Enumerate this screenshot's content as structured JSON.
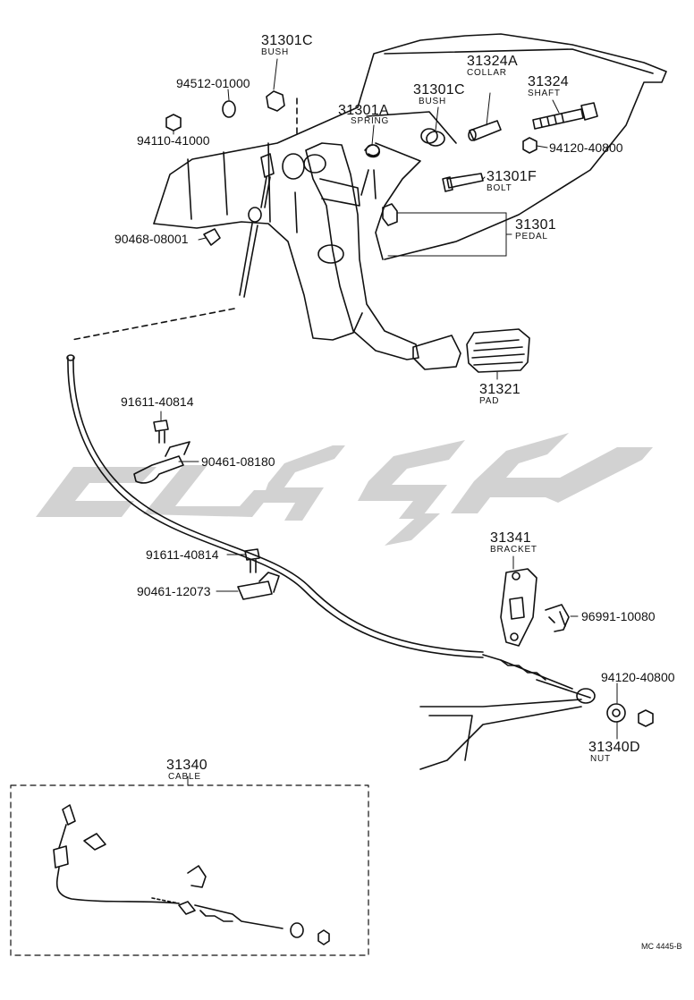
{
  "parts": {
    "p31301c_top": {
      "num": "31301C",
      "name": "BUSH"
    },
    "p94512": {
      "num": "94512-01000"
    },
    "p94110": {
      "num": "94110-41000"
    },
    "p31301a": {
      "num": "31301A",
      "name": "SPRING"
    },
    "p31301c_mid": {
      "num": "31301C",
      "name": "BUSH"
    },
    "p31324a": {
      "num": "31324A",
      "name": "COLLAR"
    },
    "p31324": {
      "num": "31324",
      "name": "SHAFT"
    },
    "p94120_top": {
      "num": "94120-40800"
    },
    "p31301f": {
      "num": "31301F",
      "name": "BOLT"
    },
    "p31301": {
      "num": "31301",
      "name": "PEDAL"
    },
    "p90468": {
      "num": "90468-08001"
    },
    "p31321": {
      "num": "31321",
      "name": "PAD"
    },
    "p91611_a": {
      "num": "91611-40814"
    },
    "p90461_a": {
      "num": "90461-08180"
    },
    "p91611_b": {
      "num": "91611-40814"
    },
    "p90461_b": {
      "num": "90461-12073"
    },
    "p31341": {
      "num": "31341",
      "name": "BRACKET"
    },
    "p96991": {
      "num": "96991-10080"
    },
    "p94120_bot": {
      "num": "94120-40800"
    },
    "p31340d": {
      "num": "31340D",
      "name": "NUT"
    },
    "p31340": {
      "num": "31340",
      "name": "CABLE"
    }
  },
  "figure_code": "MC 4445-B",
  "watermark": {
    "color": "#d0d0d0"
  },
  "colors": {
    "ink": "#111111",
    "paper": "#ffffff"
  }
}
